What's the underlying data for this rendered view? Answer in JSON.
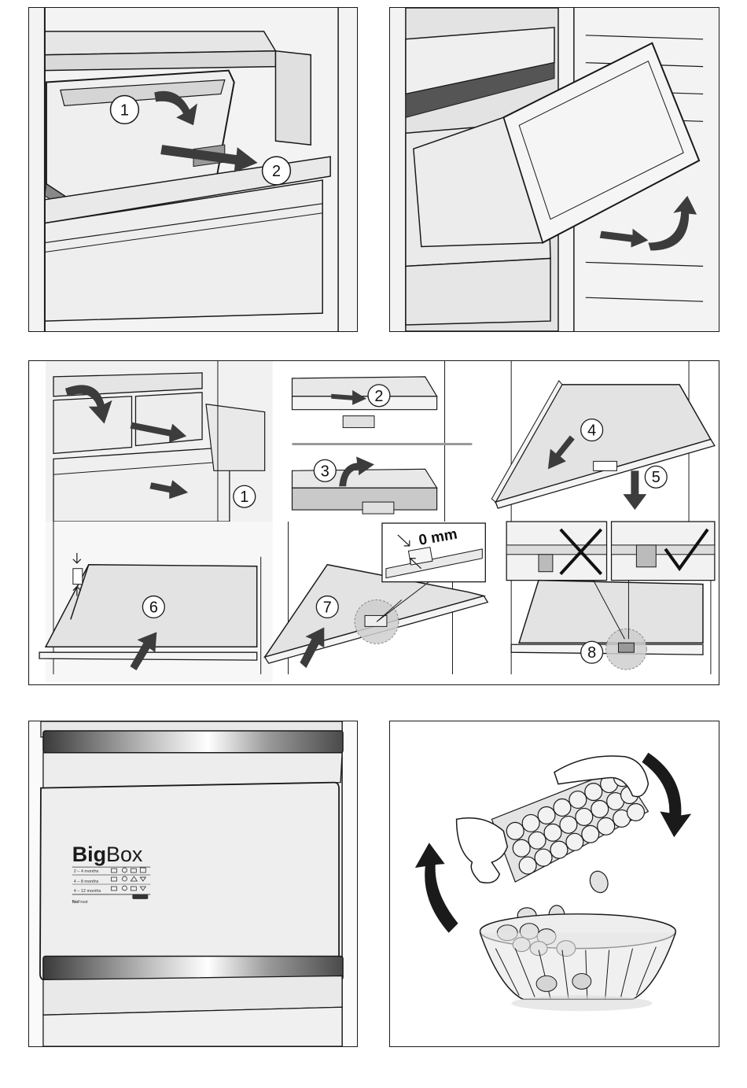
{
  "panel1": {
    "callouts": [
      "1",
      "2"
    ]
  },
  "panel3": {
    "callouts": [
      "1",
      "2",
      "3",
      "4",
      "5",
      "6",
      "7",
      "8"
    ],
    "gap_label": "0 mm"
  },
  "panel4": {
    "brand_bold": "Big",
    "brand_regular": "Box",
    "storage_rows": [
      "2 – 4 months",
      "4 – 8 months",
      "4 – 12 months"
    ],
    "nofrost_bold": "No",
    "nofrost_regular": "Frost"
  },
  "colors": {
    "stroke": "#1a1a1a",
    "arrow": "#3c3c3c",
    "surface": "#e9e9e9",
    "shade": "#bdbdbd"
  }
}
